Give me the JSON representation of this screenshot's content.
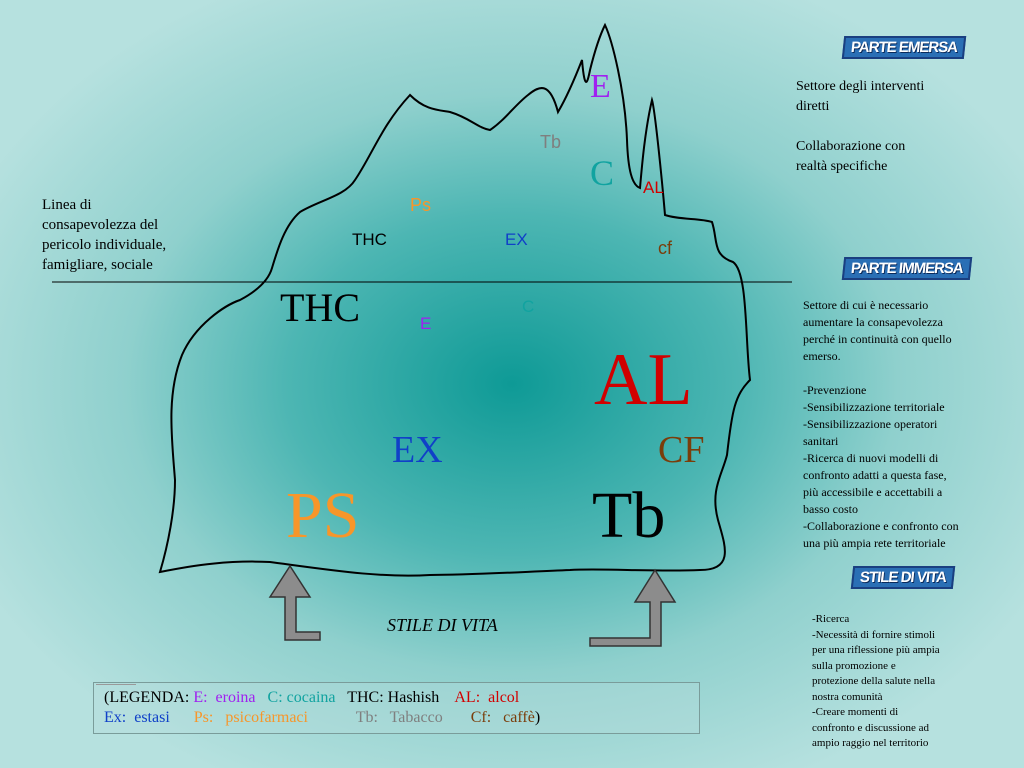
{
  "colors": {
    "E": "#a020f0",
    "C": "#11a3a0",
    "THC": "#000000",
    "AL": "#d10000",
    "EX": "#1040c8",
    "PS": "#f7962a",
    "TB_upper": "#7f7f7f",
    "TB_lower": "#000000",
    "CF": "#7a3d0a",
    "banner_fill": "#2a6fb5",
    "arrow_fill": "#8c8c8c"
  },
  "upper_labels": {
    "e": "E",
    "tb": "Tb",
    "c": "C",
    "al": "AL",
    "ps": "Ps",
    "thc": "THC",
    "ex": "EX",
    "cf": "cf"
  },
  "lower_labels": {
    "thc": "THC",
    "c": "C",
    "e": "E",
    "al": "AL",
    "ex": "EX",
    "cf": "CF",
    "ps": "PS",
    "tb": "Tb"
  },
  "left_note": "Linea di\nconsapevolezza del\npericolo individuale,\nfamigliare, sociale",
  "banners": {
    "emersa": "PARTE EMERSA",
    "immersa": "PARTE IMMERSA",
    "stile": "STILE DI VITA"
  },
  "emersa_text": "Settore degli interventi\ndiretti\n\nCollaborazione con\nrealtà specifiche",
  "immersa_text": "Settore di cui è necessario\naumentare la consapevolezza\nperché in continuità con quello\nemerso.\n\n-Prevenzione\n-Sensibilizzazione territoriale\n-Sensibilizzazione operatori\nsanitari\n-Ricerca di nuovi modelli di\nconfronto adatti a questa fase,\npiù accessibile e accettabili a\nbasso costo\n-Collaborazione e confronto con\nuna più ampia rete territoriale",
  "stile_text": "-Ricerca\n-Necessità di fornire stimoli\nper una riflessione più ampia\nsulla promozione e\nprotezione della salute nella\nnostra comunità\n-Creare momenti di\nconfronto e discussione ad\nampio raggio nel territorio",
  "stile_label": "STILE DI VITA",
  "legend": {
    "open": "(LEGENDA: ",
    "e_key": "E:",
    "e_val": "eroina",
    "c_key": "C:",
    "c_val": "cocaina",
    "thc_key": "THC:",
    "thc_val": "Hashish",
    "al_key": "AL:",
    "al_val": "alcol",
    "ex_key": "Ex:",
    "ex_val": "estasi",
    "ps_key": "Ps:",
    "ps_val": "psicofarmaci",
    "tb_key": "Tb:",
    "tb_val": "Tabacco",
    "cf_key": "Cf:",
    "cf_val": "caffè",
    "close": ")"
  }
}
